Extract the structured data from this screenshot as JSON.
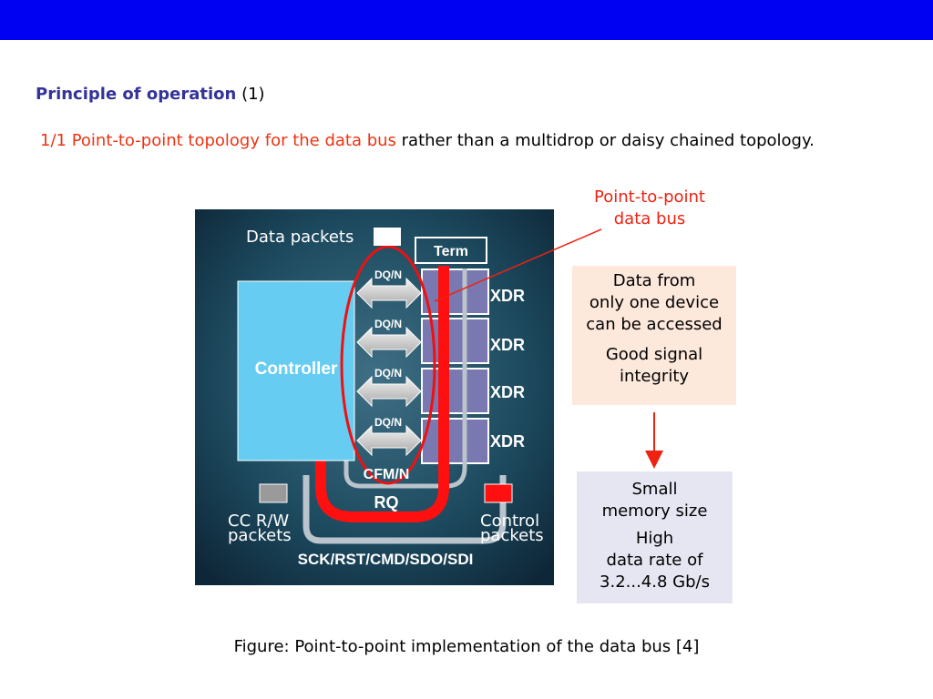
{
  "heading": {
    "title": "Principle of operation",
    "number": "(1)"
  },
  "subtitle": {
    "highlight": "1/1 Point-to-point topology for the data bus",
    "rest": " rather than a multidrop or daisy chained topology."
  },
  "callout": {
    "line1": "Point-to-point",
    "line2": "data bus"
  },
  "box_top": {
    "p1": [
      "Data from",
      "only one device",
      "can be accessed"
    ],
    "p2": [
      "Good signal",
      "integrity"
    ]
  },
  "box_bottom": {
    "p1": [
      "Small",
      "memory size"
    ],
    "p2": [
      "High",
      "data rate of",
      "3.2...4.8 Gb/s"
    ]
  },
  "diagram": {
    "data_packets_label": "Data packets",
    "term_label": "Term",
    "controller_label": "Controller",
    "dq_labels": [
      "DQ/N",
      "DQ/N",
      "DQ/N",
      "DQ/N"
    ],
    "xdr_labels": [
      "XDR",
      "XDR",
      "XDR",
      "XDR"
    ],
    "cfm_label": "CFM/N",
    "rq_label": "RQ",
    "cc_label": [
      "CC R/W",
      "packets"
    ],
    "control_label": [
      "Control",
      "packets"
    ],
    "bus_label": "SCK/RST/CMD/SDO/SDI"
  },
  "caption": "Figure: Point-to-point implementation of the data bus [4]",
  "colors": {
    "topbar": "#0000f2",
    "heading": "#333399",
    "accent": "#ee3311",
    "box_top_bg": "#fde8dc",
    "box_bottom_bg": "#e6e6f2",
    "diagram_bg": "#17384d",
    "controller": "#66ccf2",
    "xdr": "#7a78b0"
  }
}
